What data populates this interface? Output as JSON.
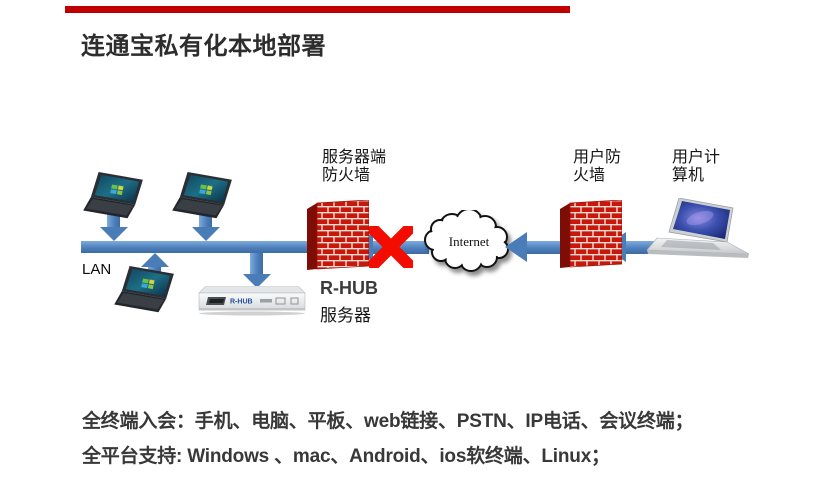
{
  "slide": {
    "title": "连通宝私有化本地部署",
    "accent_color": "#c00000"
  },
  "diagram": {
    "lan_label": "LAN",
    "server_firewall_label_line1": "服务器端",
    "server_firewall_label_line2": "防火墙",
    "rhub_label_line1": "R-HUB",
    "rhub_label_line2": "服务器",
    "rhub_device_text": "R-HUB",
    "internet_label": "Internet",
    "user_firewall_label_line1": "用户防",
    "user_firewall_label_line2": "火墙",
    "user_computer_label_line1": "用户计",
    "user_computer_label_line2": "算机",
    "colors": {
      "arrow_blue": "#4e80bc",
      "brick_red": "#c6180b",
      "blocked_cross_red": "#f20d00"
    }
  },
  "footer": {
    "line1": "全终端入会：手机、电脑、平板、web链接、PSTN、IP电话、会议终端；",
    "line2": "全平台支持: Windows 、mac、Android、ios软终端、Linux；"
  }
}
